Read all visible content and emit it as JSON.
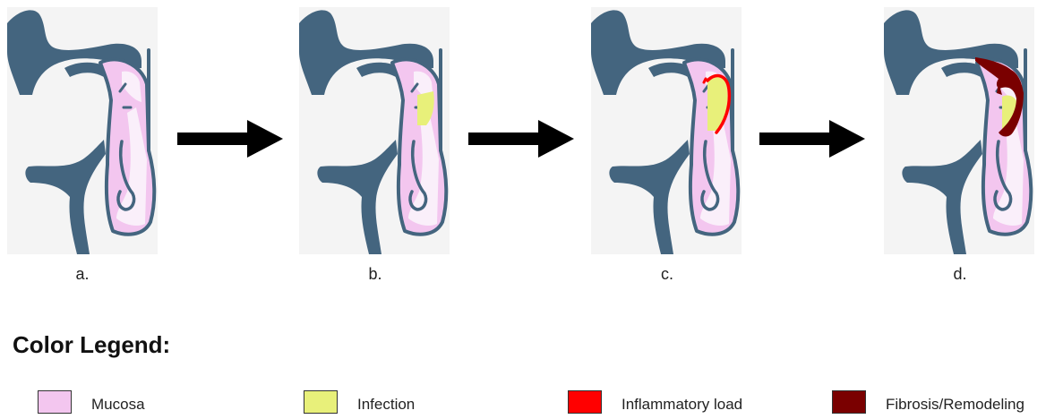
{
  "panels": [
    {
      "label": "a.",
      "stage": "mucosa"
    },
    {
      "label": "b.",
      "stage": "infection"
    },
    {
      "label": "c.",
      "stage": "inflammatory-load"
    },
    {
      "label": "d.",
      "stage": "fibrosis-remodeling"
    }
  ],
  "legend": {
    "title": "Color Legend:",
    "items": [
      {
        "label": "Mucosa",
        "color": "#f3c6ef"
      },
      {
        "label": "Infection",
        "color": "#e8f07a"
      },
      {
        "label": "Inflammatory load",
        "color": "#ff0000"
      },
      {
        "label": "Fibrosis/Remodeling",
        "color": "#7a0000"
      }
    ]
  },
  "colors": {
    "bone": "#44657f",
    "panel_bg": "#f4f4f4",
    "mucosa_light": "#faeffa",
    "arrow": "#000000"
  }
}
